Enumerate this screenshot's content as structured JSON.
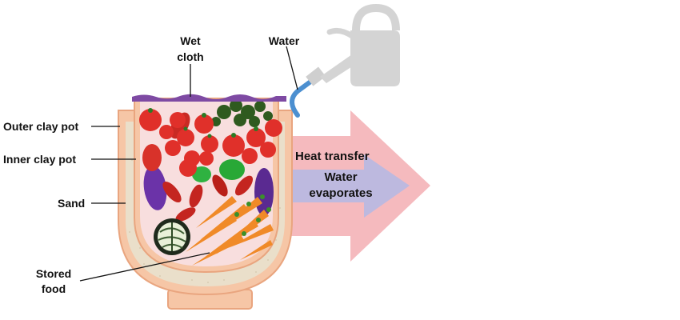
{
  "labels": {
    "wet_cloth_line1": "Wet",
    "wet_cloth_line2": "cloth",
    "water": "Water",
    "outer_clay_pot": "Outer clay pot",
    "inner_clay_pot": "Inner clay pot",
    "sand": "Sand",
    "stored_food_line1": "Stored",
    "stored_food_line2": "food",
    "heat_transfer": "Heat transfer",
    "water_evaporates_line1": "Water",
    "water_evaporates_line2": "evaporates"
  },
  "icons": [
    "watering-can-icon",
    "tomato-icon",
    "pepper-icon",
    "eggplant-icon",
    "carrot-icon",
    "cabbage-icon",
    "herb-icon"
  ],
  "colors": {
    "outer_pot": "#f6c6a6",
    "outer_pot_stroke": "#e9a57f",
    "sand": "#eadfca",
    "inner_pot_interior": "#f8dede",
    "heat_arrow": "#f4b4b8",
    "evap_arrow": "#b9b8e0",
    "wet_cloth": "#7e4aa3",
    "water_pipe": "#4c8fd0",
    "watering_can": "#d4d4d4"
  }
}
